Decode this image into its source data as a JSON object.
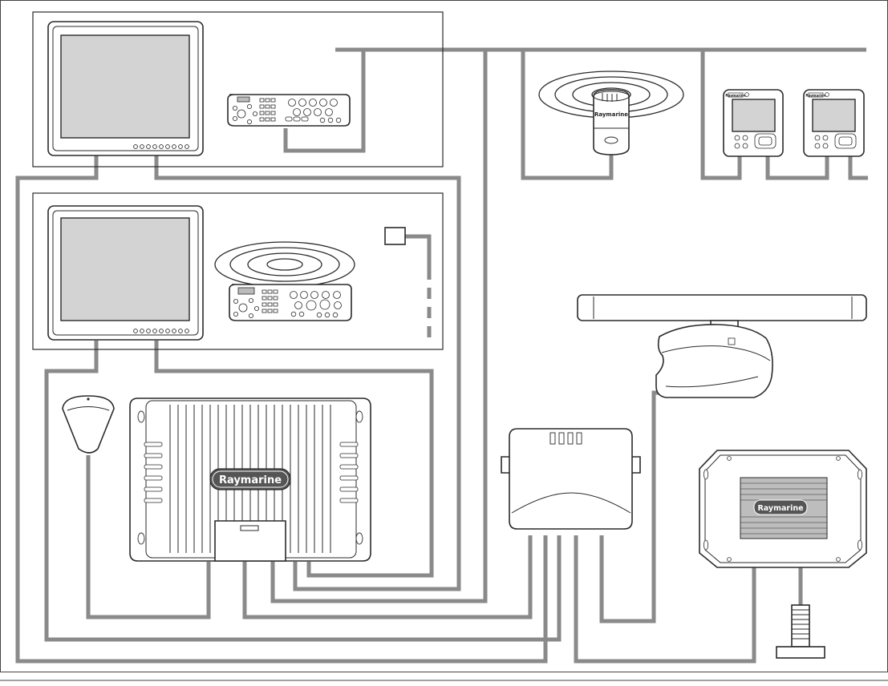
{
  "brand": {
    "logo_text": "Raymarine",
    "transducer_label": "Raymarine",
    "instrument_label": "Raymarine"
  },
  "colors": {
    "cable": "#8a8a8a",
    "outline": "#2a2a2a",
    "screen": "#d3d3d3",
    "background": "#ffffff"
  },
  "icons": [
    "multifunction-display",
    "keypad-controller",
    "wireless-keypad",
    "wireless-signal",
    "ais-antenna",
    "instrument-display",
    "open-array-radar-scanner",
    "gps-antenna",
    "black-box-processor",
    "network-switch",
    "sonar-module",
    "through-hull-transducer",
    "alarm-box"
  ]
}
